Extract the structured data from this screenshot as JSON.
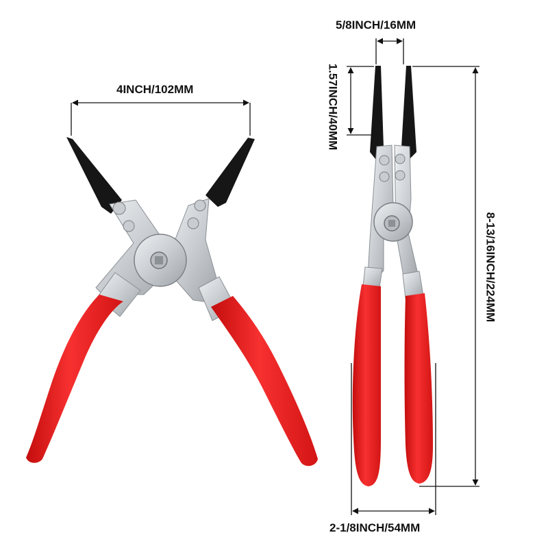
{
  "dimensions": {
    "open_width": "4INCH/102MM",
    "tip_width": "5/8INCH/16MM",
    "jaw_length": "1.57INCH/40MM",
    "total_length": "8-13/16INCH/224MM",
    "handle_width": "2-1/8INCH/54MM"
  },
  "colors": {
    "handle": "#f41f1f",
    "handle_shade": "#c40d0d",
    "metal": "#d6d9dc",
    "metal_shade": "#9ea3a8",
    "jaw": "#161616",
    "dimension_line": "#111111",
    "background": "#ffffff"
  },
  "icons": {
    "open_pliers": "open-pliers-icon",
    "closed_pliers": "closed-pliers-icon"
  }
}
